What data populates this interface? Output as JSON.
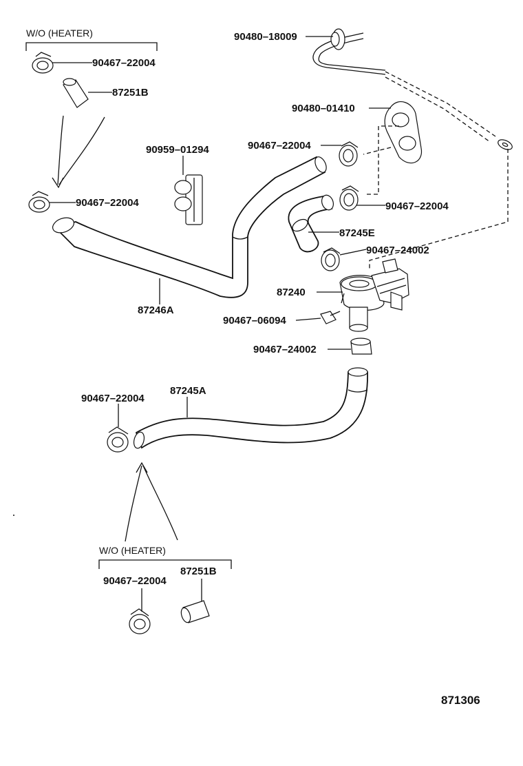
{
  "labels": {
    "wo_heater_top": "W/O (HEATER)",
    "clamp_top_1": "90467–22004",
    "hose_top_bypass": "87251B",
    "clamp_top_2": "90467–22004",
    "clip": "90959–01294",
    "hose_87246a": "87246A",
    "grommet_cable": "90480–18009",
    "grommet_plate": "90480–01410",
    "clamp_right_1": "90467–22004",
    "clamp_right_2": "90467–22004",
    "hose_87245e": "87245E",
    "clamp_24002_a": "90467–24002",
    "valve": "87240",
    "screw": "90467–06094",
    "clamp_24002_b": "90467–24002",
    "clamp_lower": "90467–22004",
    "hose_87245a": "87245A",
    "wo_heater_bottom": "W/O (HEATER)",
    "clamp_bottom": "90467–22004",
    "hose_bottom_bypass": "87251B",
    "diagram_number": "871306"
  }
}
